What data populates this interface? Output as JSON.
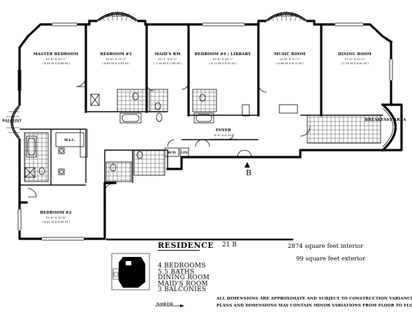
{
  "rooms": {
    "master_bedroom": {
      "name": "MASTER BEDROOM",
      "dim": "15'-6\" X 15'-7\"",
      "dim_m": "( 4.58 M X 4.68 M )"
    },
    "bedroom_3": {
      "name": "BEDROOM #3",
      "dim": "15'-6\" X 11'-2\"",
      "dim_m": "( 4.69 M X 3.41 M )"
    },
    "maids_rm": {
      "name": "MAID'S RM",
      "dim": "10'-7\" X 8'-2\"",
      "dim_m": "( 3.28 M X 2.49 M )"
    },
    "bedroom_4": {
      "name": "BEDROOM #4 / LIBRARY",
      "dim": "13'-6\" X 16'-2\"",
      "dim_m": "( 4.12 M X 4.93 M )"
    },
    "music_room": {
      "name": "MUSIC ROOM",
      "dim": "22'-6\" X 15'-7\"",
      "dim_m": "( 6.86 M X 4.75 M )"
    },
    "dining_room": {
      "name": "DINING ROOM",
      "dim": "17'-0\" X 15'-2\"",
      "dim_m": "( 5.18 M X 4.62 M )"
    },
    "breakfast_area": {
      "name": "BREAKFAST AREA",
      "dim": "",
      "dim_m": ""
    },
    "foyer": {
      "name": "FOYER",
      "dim": "8'-6\" X 6'-10\"",
      "dim_m": "( 2.59 M X 2.08 M )"
    },
    "bedroom_2": {
      "name": "BEDROOM #2",
      "dim": "15'-6\" X 15'-4\"",
      "dim_m": "( 4.65 M X 4.68 M )"
    }
  },
  "balconies": {
    "left": "BALCONY",
    "top_left": "BALCONY",
    "top_right": "BALCONY"
  },
  "closet_labels": {
    "wic": "W.I.C.",
    "wd": "W/D",
    "linen": "LIN"
  },
  "section_marker": "B",
  "residence": {
    "label": "RESIDENCE",
    "number": "21 B"
  },
  "area": {
    "interior": "2874 square feet interior",
    "exterior": "99 square feet exterior"
  },
  "features": [
    "4 BEDROOMS",
    "5.5 BATHS",
    "DINING ROOM",
    "MAID'S ROOM",
    "3 BALCONIES"
  ],
  "north_label": "NORTH",
  "disclaimer": [
    "ALL DIMENSIONS ARE APPROXIMATE AND SUBJECT TO CONSTRUCTION VARIANCES.",
    "PLANS AND DIMENSIONS MAY CONTAIN MINOR VARIATIONS FROM FLOOR TO FLOOR."
  ]
}
